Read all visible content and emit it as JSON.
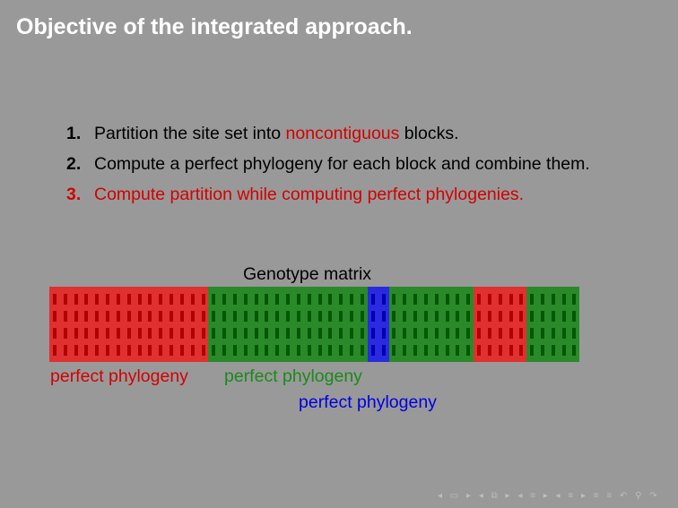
{
  "title": "Objective of the integrated approach.",
  "items": [
    {
      "num": "1.",
      "pre": "Partition the site set into ",
      "em": "noncontiguous",
      "post": " blocks."
    },
    {
      "num": "2.",
      "text": "Compute a perfect phylogeny for each block and combine them."
    },
    {
      "num": "3.",
      "text": "Compute partition while computing perfect phylogenies."
    }
  ],
  "matrix": {
    "label": "Genotype matrix",
    "rows": 4,
    "blocks": [
      {
        "columns": 15,
        "color": "#e03030",
        "cell": "#b00000"
      },
      {
        "columns": 15,
        "color": "#2a8a2a",
        "cell": "#005800"
      },
      {
        "columns": 2,
        "color": "#2a2ae0",
        "cell": "#0000b0"
      },
      {
        "columns": 8,
        "color": "#2a8a2a",
        "cell": "#005800"
      },
      {
        "columns": 5,
        "color": "#e03030",
        "cell": "#b00000"
      },
      {
        "columns": 5,
        "color": "#2a8a2a",
        "cell": "#005800"
      }
    ]
  },
  "labels": [
    {
      "text": "perfect phylogeny",
      "color": "#d40000"
    },
    {
      "text": "perfect phylogeny",
      "color": "#1a8a1a"
    },
    {
      "text": "perfect phylogeny",
      "color": "#0000e0"
    }
  ],
  "nav": "◂ ▭ ▸ ◂ ⧉ ▸ ◂ ≡ ▸ ◂ ≡ ▸ ≡ ≡ ↶ ⚲ ↷"
}
